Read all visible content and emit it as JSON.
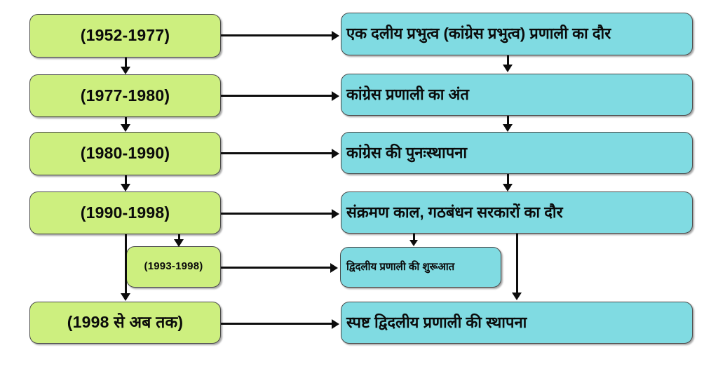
{
  "diagram": {
    "title": "Party system phases flowchart (Hindi)",
    "colors": {
      "period_box_fill": "#CDEF7F",
      "description_box_fill": "#80DBE2",
      "border": "#4A4A4A",
      "arrow": "#0D0D0D",
      "text": "#0B0B0B",
      "background": "#FFFFFF"
    },
    "periods": [
      {
        "id": "p1",
        "label": "(1952-1977)"
      },
      {
        "id": "p2",
        "label": "(1977-1980)"
      },
      {
        "id": "p3",
        "label": "(1980-1990)"
      },
      {
        "id": "p4",
        "label": "(1990-1998)"
      },
      {
        "id": "p5",
        "label": "(1993-1998)"
      },
      {
        "id": "p6",
        "label": "(1998 से अब तक)"
      }
    ],
    "descriptions": [
      {
        "id": "d1",
        "label": "एक दलीय प्रभुत्व (कांग्रेस प्रभुत्व) प्रणाली का दौर"
      },
      {
        "id": "d2",
        "label": "कांग्रेस प्रणाली का अंत"
      },
      {
        "id": "d3",
        "label": "कांग्रेस की पुनःस्थापना"
      },
      {
        "id": "d4",
        "label": "संक्रमण काल, गठबंधन सरकारों का दौर"
      },
      {
        "id": "d5",
        "label": "द्विदलीय प्रणाली की शुरूआत"
      },
      {
        "id": "d6",
        "label": "स्पष्ट द्विदलीय प्रणाली की स्थापना"
      }
    ]
  }
}
